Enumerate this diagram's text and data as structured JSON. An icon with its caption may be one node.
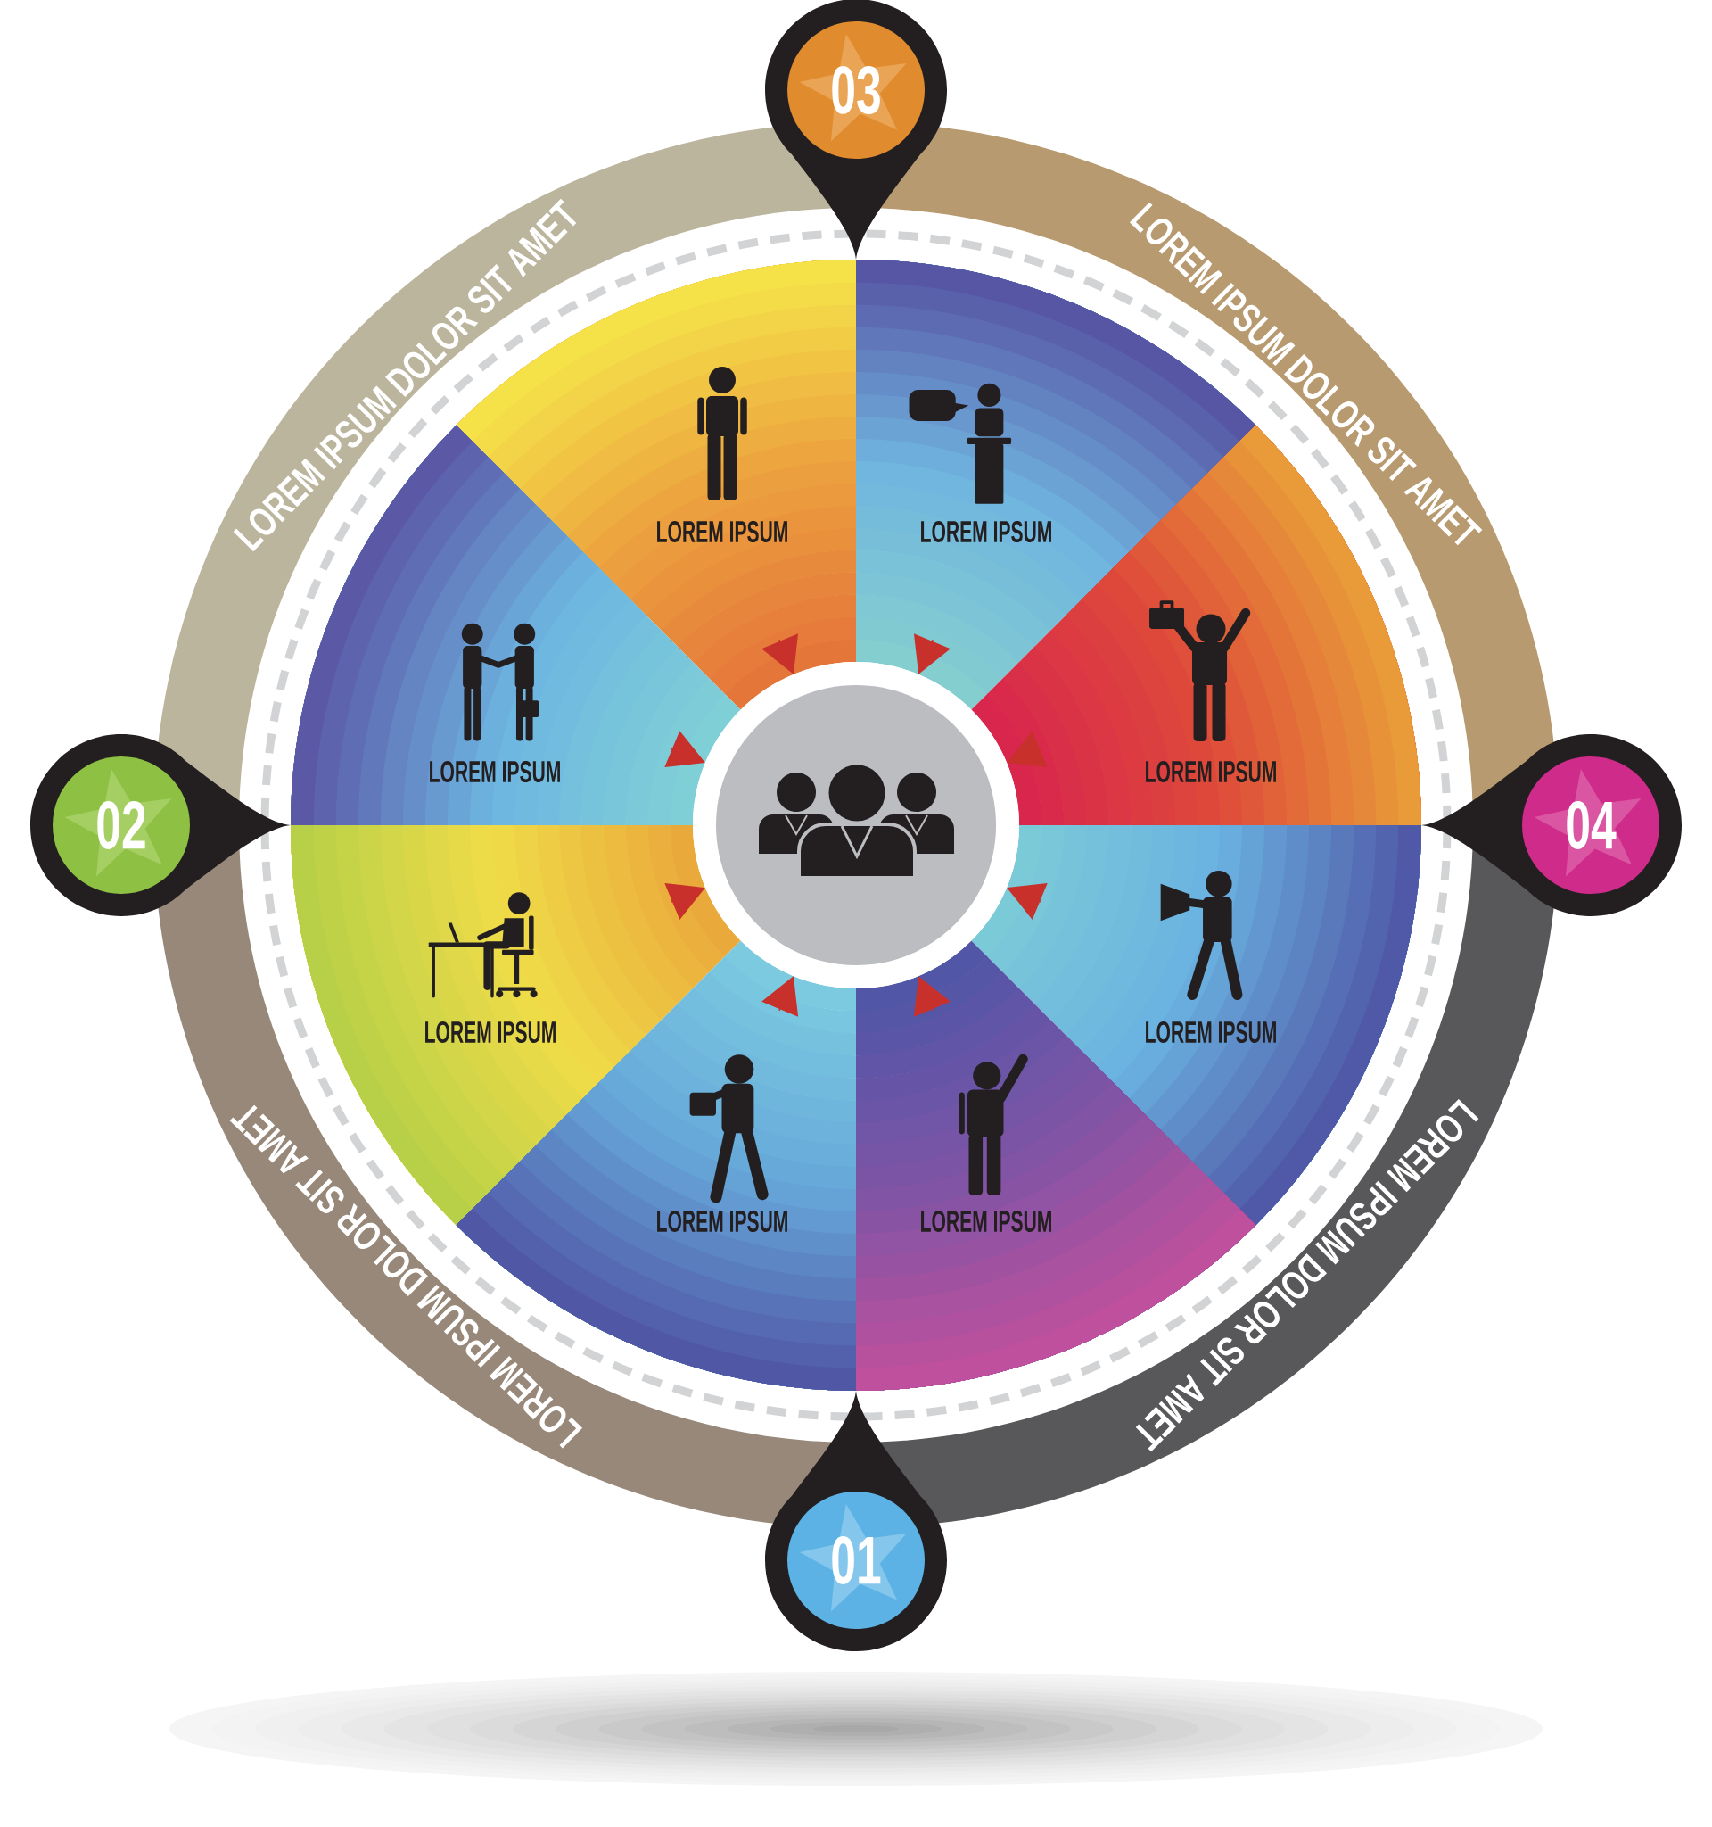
{
  "diagram": {
    "nodes": [
      {
        "text": [
          "03"
        ]
      },
      {
        "text": [
          "LOREM IPSUM DOLOR SIT AMET"
        ]
      },
      {
        "text": [
          "LOREM IPSUM DOLOR SIT AMET"
        ]
      },
      {
        "text": [
          "LOREM IPSUM"
        ]
      },
      {
        "text": [
          "LOREM IPSUM"
        ]
      },
      {
        "text": [
          "LOREM IPSUM"
        ]
      },
      {
        "text": [
          "LOREM IPSUM"
        ]
      },
      {
        "text": [
          "02"
        ]
      },
      {
        "text": [],
        "shape": "circle"
      },
      {
        "text": [
          "04"
        ]
      },
      {
        "text": [
          "LOREM IPSUM"
        ]
      },
      {
        "text": [
          "LOREM IPSUM"
        ]
      },
      {
        "text": [
          "LOREM IPSUM"
        ]
      },
      {
        "text": [
          "LOREM IPSUM"
        ]
      },
      {
        "text": [
          "LOREM IPSUM DOLOR SIT AMET"
        ]
      },
      {
        "text": [
          "LOREM IPSUM DOLOR SIT AMET"
        ]
      },
      {
        "text": [
          "01"
        ]
      }
    ],
    "edges": [
      {
        "from": 3,
        "to": 8,
        "arrow": "to"
      },
      {
        "from": 4,
        "to": 8,
        "arrow": "to"
      },
      {
        "from": 5,
        "to": 8,
        "arrow": "to"
      },
      {
        "from": 6,
        "to": 8,
        "arrow": "to"
      },
      {
        "from": 10,
        "to": 8,
        "arrow": "to"
      },
      {
        "from": 11,
        "to": 8,
        "arrow": "to"
      },
      {
        "from": 12,
        "to": 8,
        "arrow": "to"
      },
      {
        "from": 13,
        "to": 8,
        "arrow": "to"
      }
    ]
  }
}
